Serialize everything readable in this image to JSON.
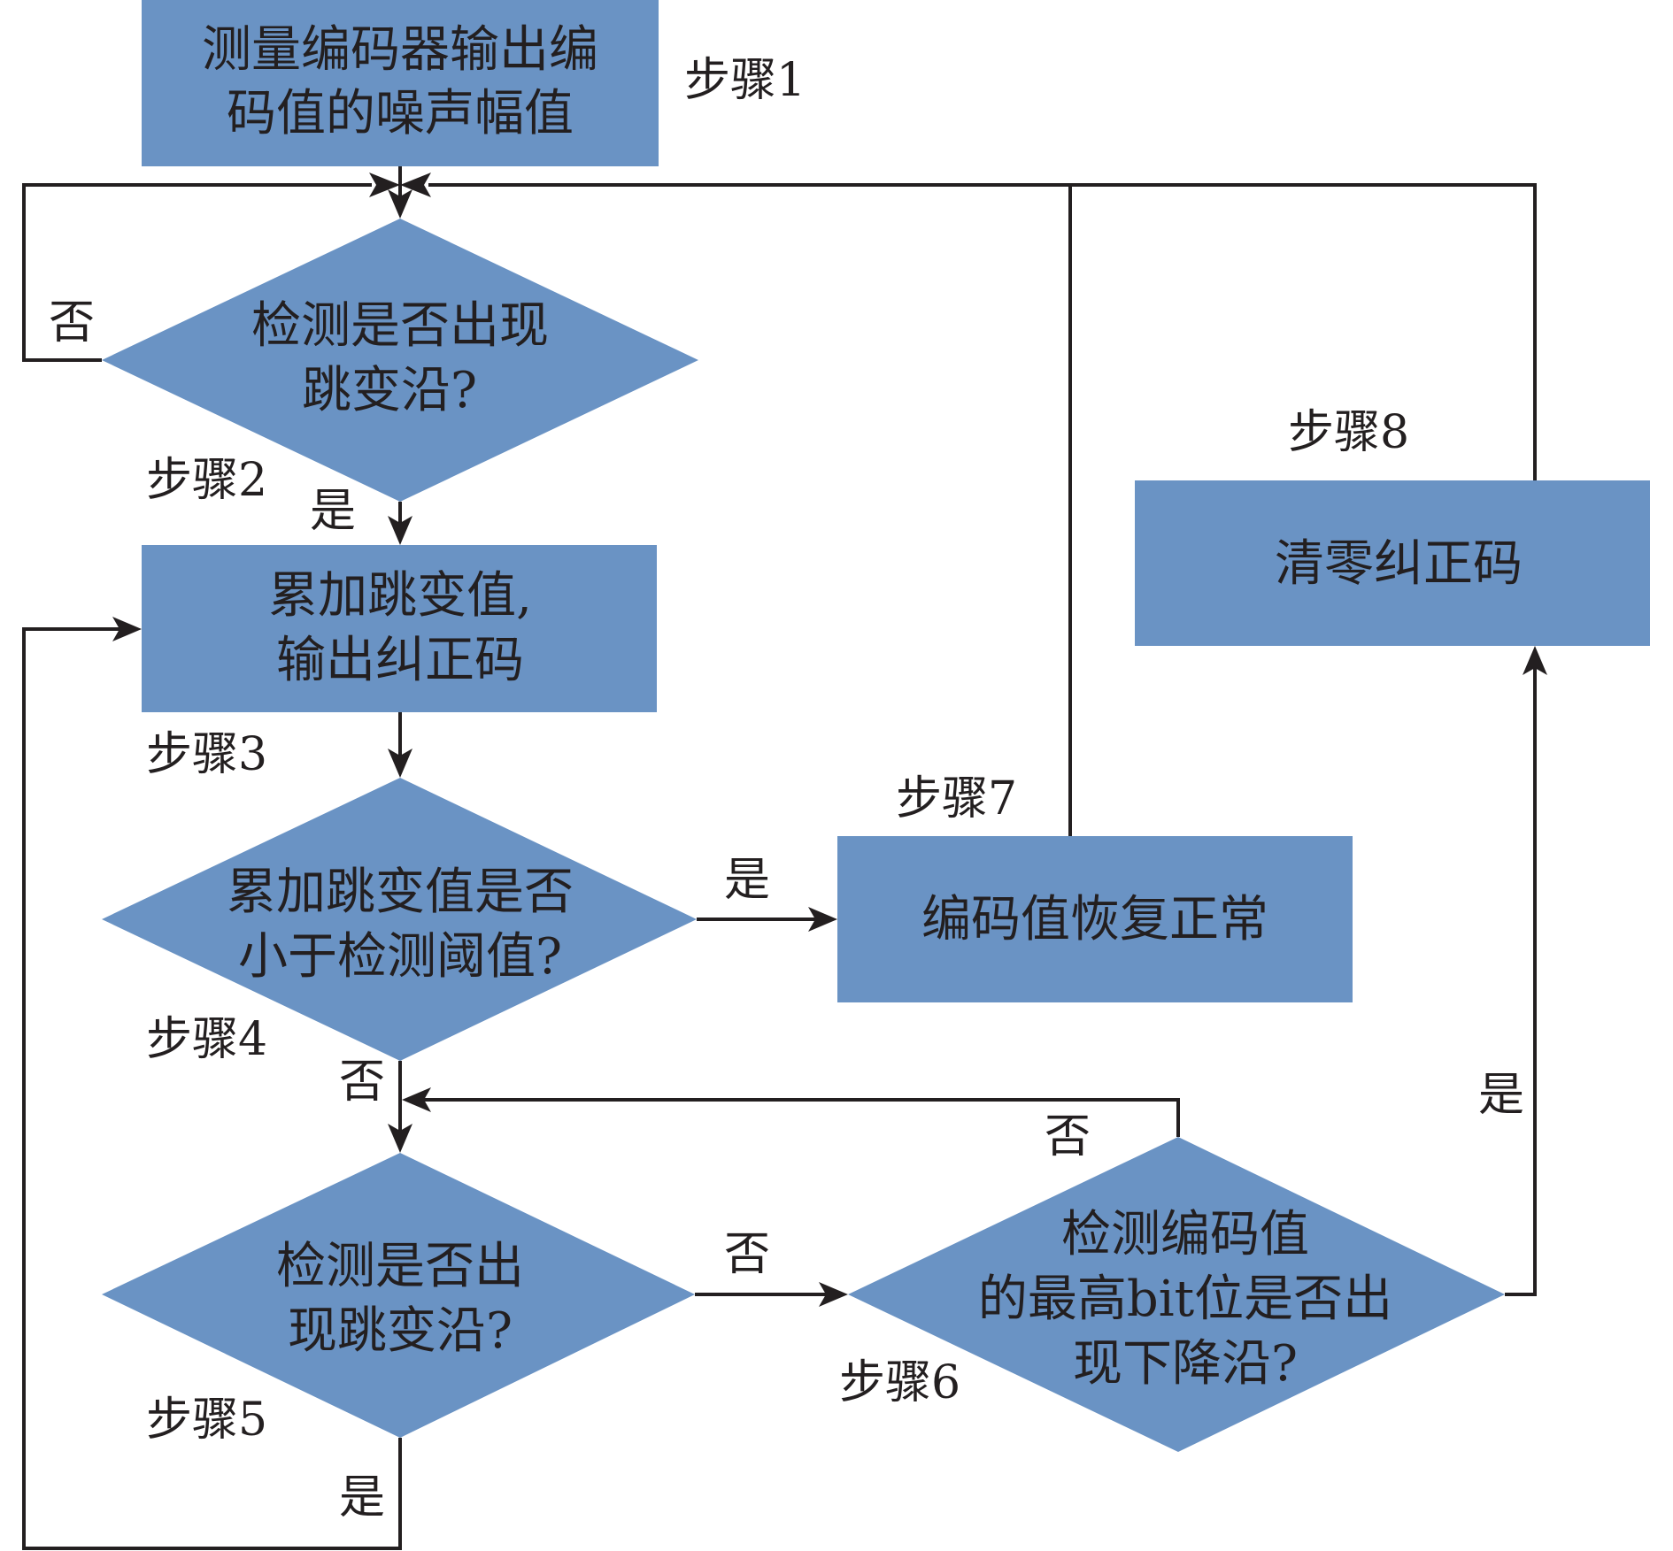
{
  "diagram": {
    "type": "flowchart",
    "colors": {
      "node_fill": "#6a93c4",
      "line": "#231f20",
      "text": "#231f20",
      "background": "#ffffff"
    },
    "nodes": {
      "step1": {
        "shape": "rect",
        "lines": [
          "测量编码器输出编",
          "码值的噪声幅值"
        ],
        "step_label": "步骤1"
      },
      "step2": {
        "shape": "diamond",
        "lines": [
          "检测是否出现",
          "跳变沿?"
        ],
        "step_label": "步骤2"
      },
      "step3": {
        "shape": "rect",
        "lines": [
          "累加跳变值,",
          "输出纠正码"
        ],
        "step_label": "步骤3"
      },
      "step4": {
        "shape": "diamond",
        "lines": [
          "累加跳变值是否",
          "小于检测阈值?"
        ],
        "step_label": "步骤4"
      },
      "step5": {
        "shape": "diamond",
        "lines": [
          "检测是否出",
          "现跳变沿?"
        ],
        "step_label": "步骤5"
      },
      "step6": {
        "shape": "diamond",
        "lines": [
          "检测编码值",
          "的最高bit位是否出",
          "现下降沿?"
        ],
        "step_label": "步骤6"
      },
      "step7": {
        "shape": "rect",
        "lines": [
          "编码值恢复正常"
        ],
        "step_label": "步骤7"
      },
      "step8": {
        "shape": "rect",
        "lines": [
          "清零纠正码"
        ],
        "step_label": "步骤8"
      }
    },
    "edges": {
      "e1_2": {
        "from": "step1",
        "to": "step2",
        "label": ""
      },
      "e2_no": {
        "from": "step2",
        "to": "step2",
        "label": "否"
      },
      "e2_yes": {
        "from": "step2",
        "to": "step3",
        "label": "是"
      },
      "e3_4": {
        "from": "step3",
        "to": "step4",
        "label": ""
      },
      "e4_yes": {
        "from": "step4",
        "to": "step7",
        "label": "是"
      },
      "e4_no": {
        "from": "step4",
        "to": "step5",
        "label": "否"
      },
      "e5_yes": {
        "from": "step5",
        "to": "step3",
        "label": "是"
      },
      "e5_no": {
        "from": "step5",
        "to": "step6",
        "label": "否"
      },
      "e6_no": {
        "from": "step6",
        "to": "step5",
        "label": "否"
      },
      "e6_yes": {
        "from": "step6",
        "to": "step8",
        "label": "是"
      },
      "e7_2": {
        "from": "step7",
        "to": "step2",
        "label": ""
      },
      "e8_2": {
        "from": "step8",
        "to": "step2",
        "label": ""
      }
    }
  }
}
